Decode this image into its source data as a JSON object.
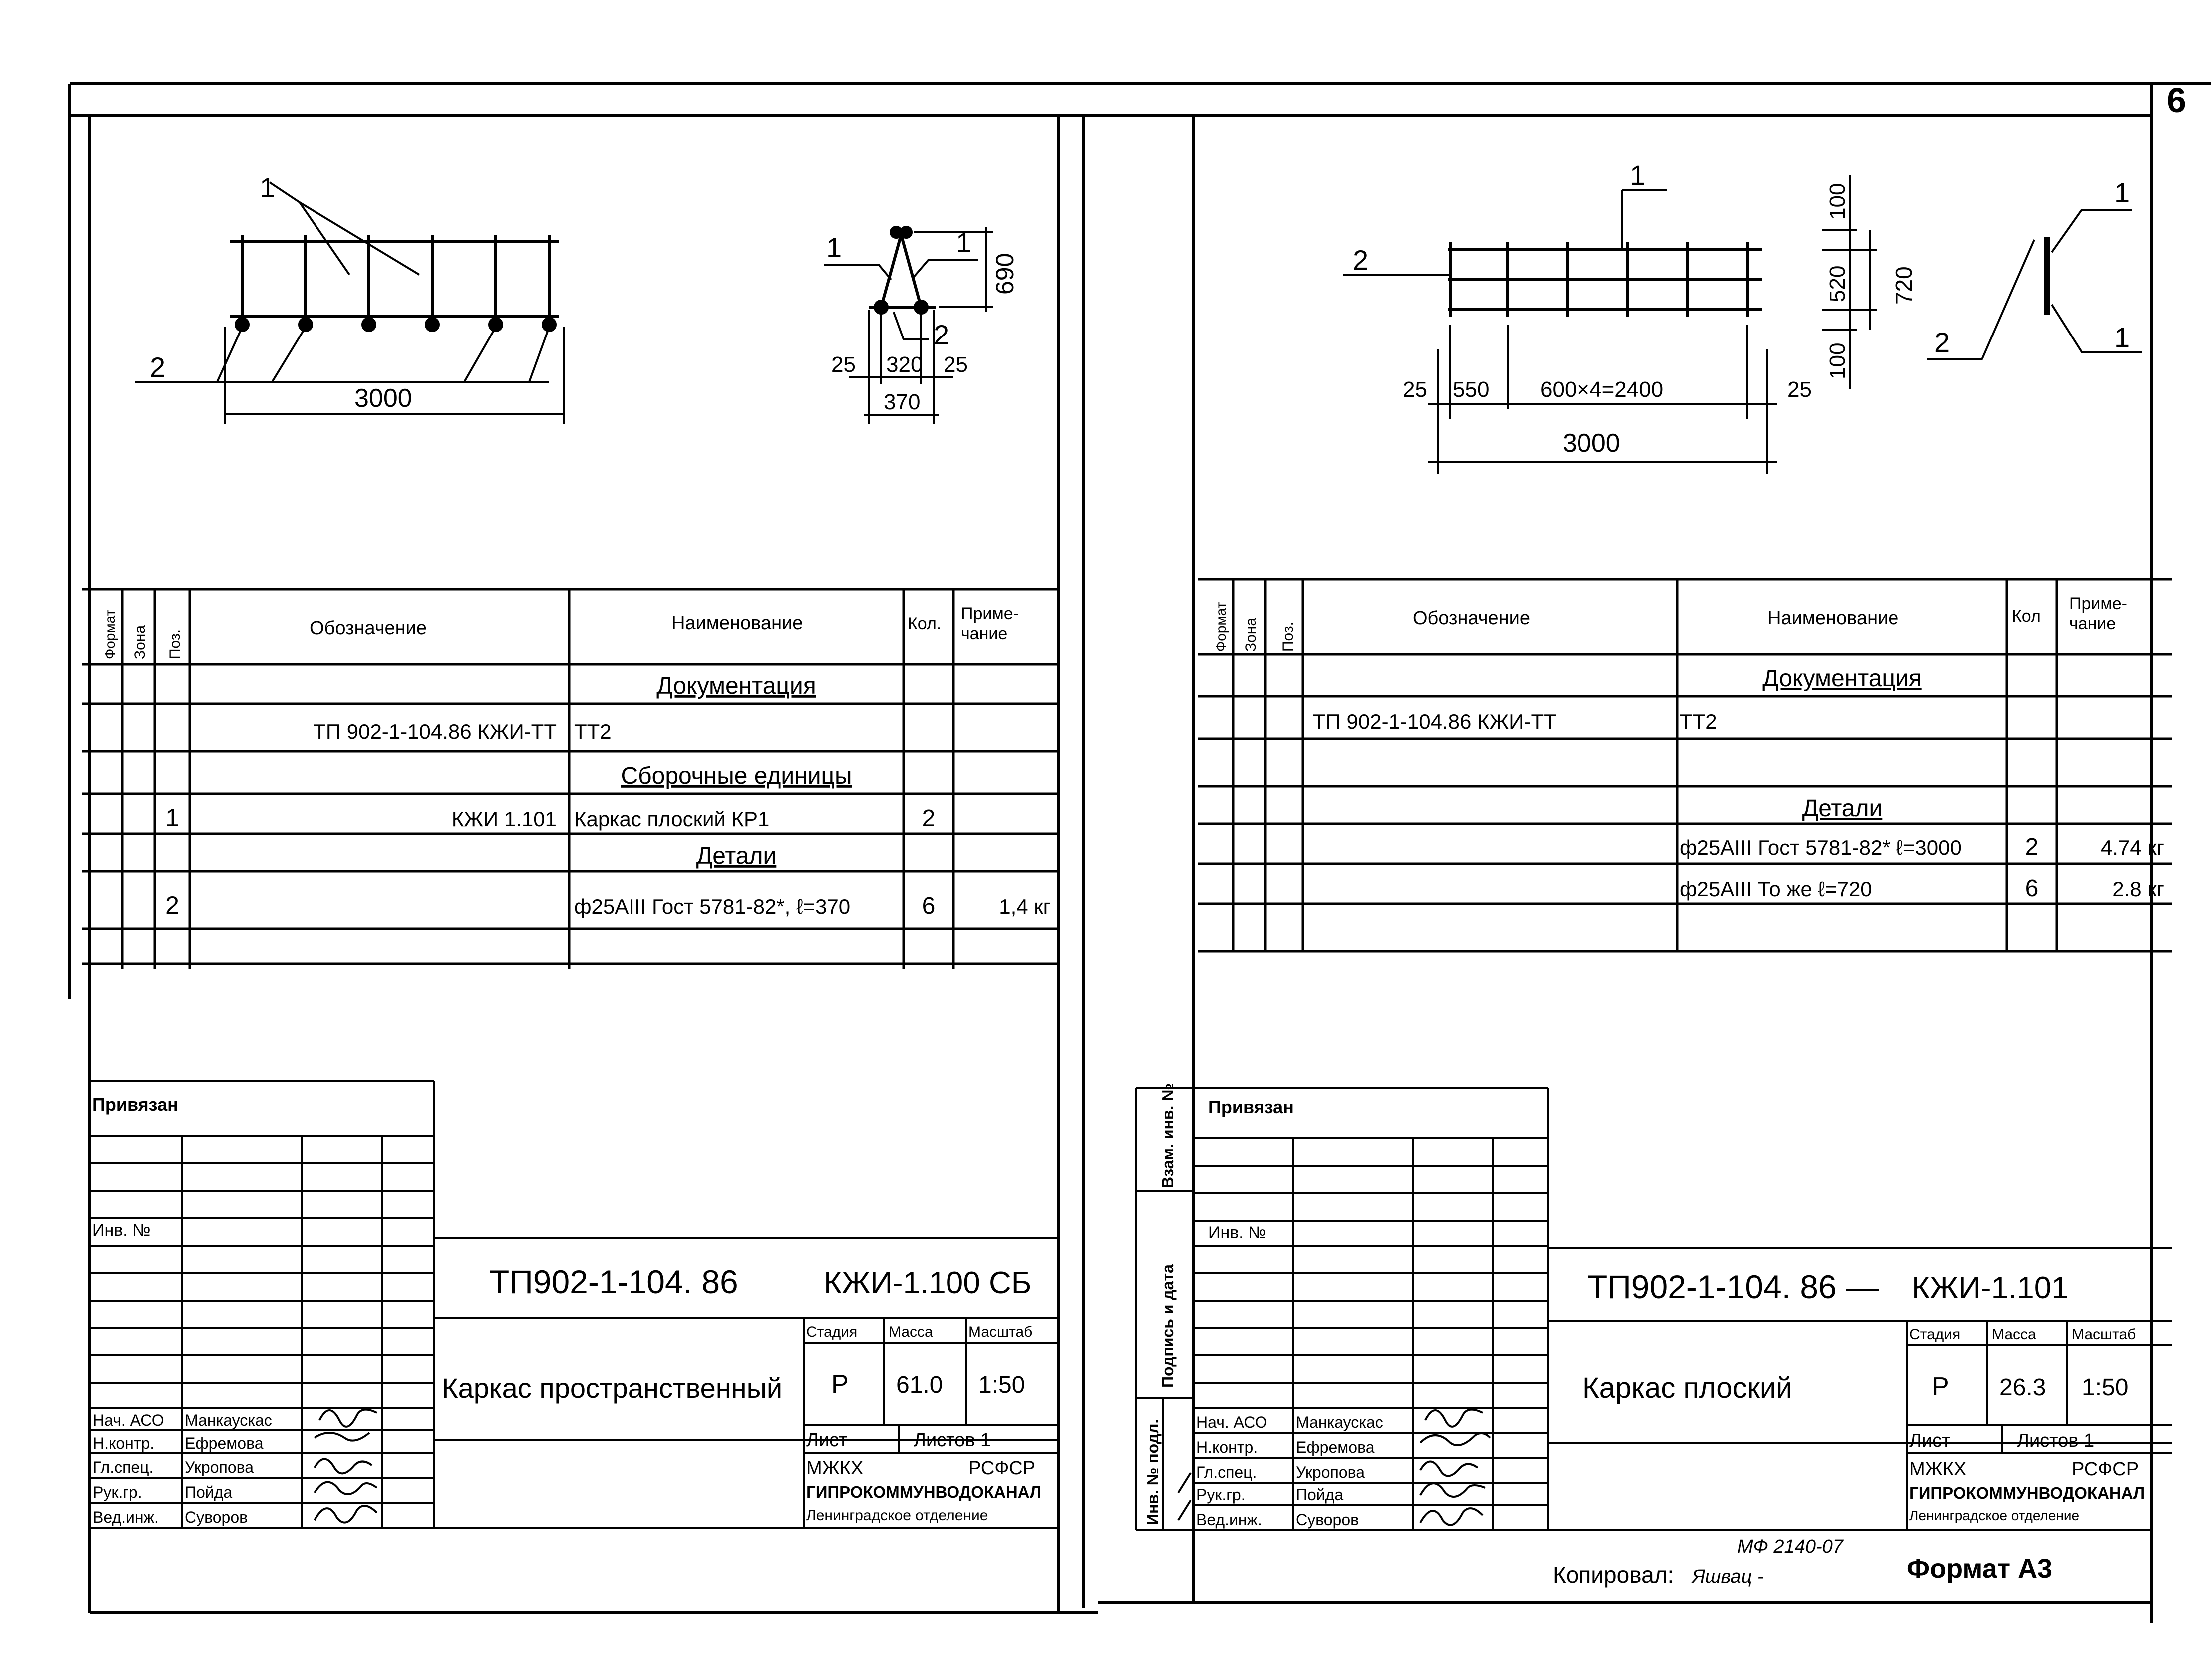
{
  "sheet": {
    "corner_number": "6"
  },
  "left": {
    "drawing": {
      "front_callout_1": "1",
      "front_callout_2": "2",
      "front_length": "3000",
      "section_callout_1a": "1",
      "section_callout_1b": "1",
      "section_callout_2": "2",
      "section_height": "690",
      "section_dim_25a": "25",
      "section_dim_320": "320",
      "section_dim_25b": "25",
      "section_dim_370": "370"
    },
    "spec": {
      "headers": {
        "format": "Формат",
        "zone": "Зона",
        "pos": "Поз.",
        "designation": "Обозначение",
        "name": "Наименование",
        "qty": "Кол.",
        "note": "Приме-\nчание"
      },
      "rows": [
        {
          "pos": "",
          "designation": "",
          "name": "Документация",
          "qty": "",
          "note": "",
          "underline": true
        },
        {
          "pos": "",
          "designation": "ТП 902-1-104.86  КЖИ-ТТ",
          "name": "ТТ2",
          "qty": "",
          "note": "",
          "underline": false
        },
        {
          "pos": "",
          "designation": "",
          "name": "Сборочные единицы",
          "qty": "",
          "note": "",
          "underline": true
        },
        {
          "pos": "1",
          "designation": "КЖИ 1.101",
          "name": "Каркас плоский  КР1",
          "qty": "2",
          "note": "",
          "underline": false
        },
        {
          "pos": "",
          "designation": "",
          "name": "Детали",
          "qty": "",
          "note": "",
          "underline": true
        },
        {
          "pos": "2",
          "designation": "",
          "name": "ф25АIII  Гост 5781-82*, ℓ=370",
          "qty": "6",
          "note": "1,4 кг",
          "underline": false
        },
        {
          "pos": "",
          "designation": "",
          "name": "",
          "qty": "",
          "note": "",
          "underline": false
        }
      ]
    },
    "title_block": {
      "privyazan": "Привязан",
      "inv_no": "Инв. №",
      "doc_code": "ТП902-1-104. 86",
      "doc_suffix": "КЖИ-1.100 СБ",
      "title": "Каркас пространственный",
      "stage_label": "Стадия",
      "mass_label": "Масса",
      "scale_label": "Масштаб",
      "stage": "Р",
      "mass": "61.0",
      "scale": "1:50",
      "sheet_label": "Лист",
      "sheets_label": "Листов 1",
      "org_line1_left": "МЖКХ",
      "org_line1_right": "РСФСР",
      "org_line2": "ГИПРОКОММУНВОДОКАНАЛ",
      "org_line3": "Ленинградское отделение",
      "signers": [
        {
          "role": "Нач. АСО",
          "name": "Манкаускас"
        },
        {
          "role": "Н.контр.",
          "name": "Ефремова"
        },
        {
          "role": "Гл.спец.",
          "name": "Укропова"
        },
        {
          "role": "Рук.гр.",
          "name": "Пойда"
        },
        {
          "role": "Вед.инж.",
          "name": "Суворов"
        }
      ]
    }
  },
  "right": {
    "drawing": {
      "front_callout_1": "1",
      "front_callout_2": "2",
      "dim_25a": "25",
      "dim_550": "550",
      "dim_span": "600×4=2400",
      "dim_25b": "25",
      "front_length": "3000",
      "height_100a": "100",
      "height_520": "520",
      "height_720": "720",
      "height_100b": "100",
      "section_callout_1a": "1",
      "section_callout_1b": "1",
      "section_callout_2": "2"
    },
    "spec": {
      "headers": {
        "format": "Формат",
        "zone": "Зона",
        "pos": "Поз.",
        "designation": "Обозначение",
        "name": "Наименование",
        "qty": "Кол",
        "note": "Приме-\nчание"
      },
      "rows": [
        {
          "pos": "",
          "designation": "",
          "name": "Документация",
          "qty": "",
          "note": "",
          "underline": true
        },
        {
          "pos": "",
          "designation": "ТП 902-1-104.86  КЖИ-ТТ",
          "name": "ТТ2",
          "qty": "",
          "note": "",
          "underline": false
        },
        {
          "pos": "",
          "designation": "",
          "name": "",
          "qty": "",
          "note": "",
          "underline": false
        },
        {
          "pos": "",
          "designation": "",
          "name": "Детали",
          "qty": "",
          "note": "",
          "underline": true
        },
        {
          "pos": "",
          "designation": "",
          "name": "ф25АIII Гост 5781-82* ℓ=3000",
          "qty": "2",
          "note": "4.74 кг",
          "underline": false
        },
        {
          "pos": "",
          "designation": "",
          "name": "ф25АIII  То же     ℓ=720",
          "qty": "6",
          "note": "2.8 кг",
          "underline": false
        },
        {
          "pos": "",
          "designation": "",
          "name": "",
          "qty": "",
          "note": "",
          "underline": false
        }
      ]
    },
    "side_labels": {
      "vzam": "Взам. инв. №",
      "podpis": "Подпись и дата",
      "inv_podl": "Инв. № подл."
    },
    "title_block": {
      "privyazan": "Привязан",
      "inv_no": "Инв. №",
      "doc_code": "ТП902-1-104. 86  —",
      "doc_suffix": "КЖИ-1.101",
      "title": "Каркас  плоский",
      "stage_label": "Стадия",
      "mass_label": "Масса",
      "scale_label": "Масштаб",
      "stage": "Р",
      "mass": "26.3",
      "scale": "1:50",
      "sheet_label": "Лист",
      "sheets_label": "Листов 1",
      "org_line1_left": "МЖКХ",
      "org_line1_right": "РСФСР",
      "org_line2": "ГИПРОКОММУНВОДОКАНАЛ",
      "org_line3": "Ленинградское отделение",
      "signers": [
        {
          "role": "Нач. АСО",
          "name": "Манкаускас"
        },
        {
          "role": "Н.контр.",
          "name": "Ефремова"
        },
        {
          "role": "Гл.спец.",
          "name": "Укропова"
        },
        {
          "role": "Рук.гр.",
          "name": "Пойда"
        },
        {
          "role": "Вед.инж.",
          "name": "Суворов"
        }
      ]
    },
    "footer": {
      "stamp": "МФ 2140-07",
      "copied_label": "Копировал:",
      "copied_sign": "Яшвац -",
      "format": "Формат А3"
    }
  }
}
